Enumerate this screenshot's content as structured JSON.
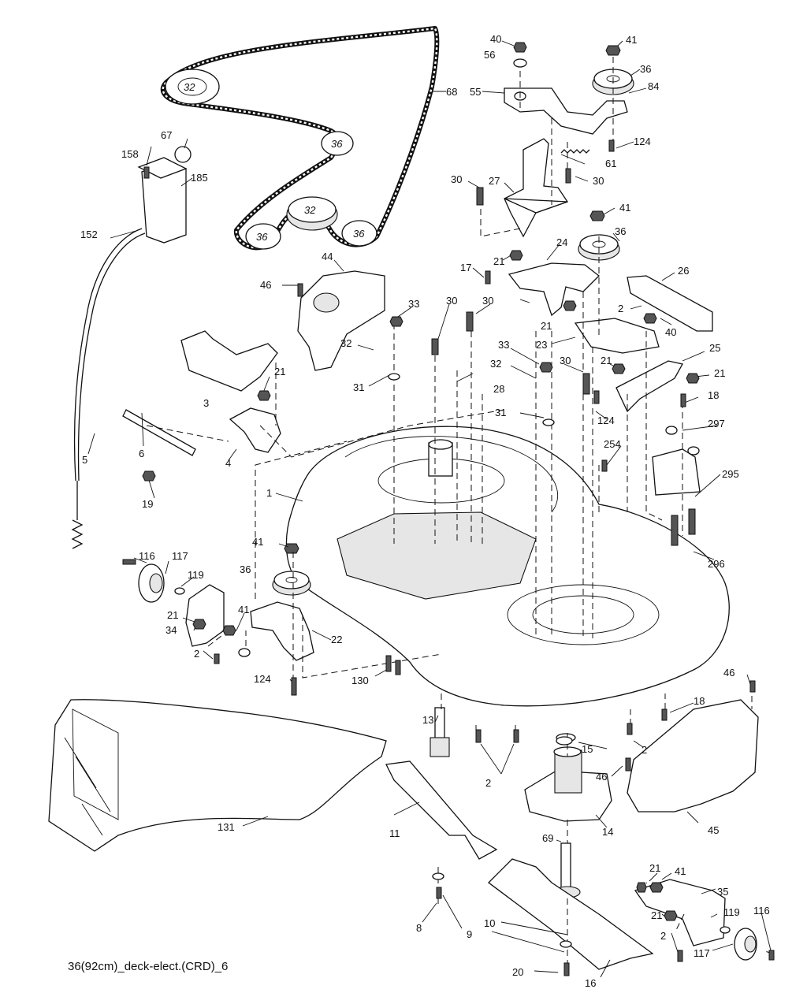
{
  "caption": "36(92cm)_deck-elect.(CRD)_6",
  "pulley_marks": [
    "32",
    "36",
    "32",
    "36",
    "36"
  ],
  "callouts": [
    "40",
    "41",
    "56",
    "36",
    "84",
    "68",
    "55",
    "124",
    "67",
    "158",
    "185",
    "61",
    "30",
    "27",
    "30",
    "41",
    "152",
    "36",
    "44",
    "46",
    "17",
    "21",
    "24",
    "26",
    "30",
    "30",
    "33",
    "2",
    "32",
    "21",
    "40",
    "23",
    "25",
    "21",
    "21",
    "31",
    "3",
    "28",
    "33",
    "30",
    "21",
    "32",
    "18",
    "124",
    "5",
    "6",
    "4",
    "31",
    "297",
    "19",
    "254",
    "295",
    "1",
    "41",
    "116",
    "117",
    "36",
    "119",
    "21",
    "41",
    "34",
    "22",
    "2",
    "296",
    "124",
    "130",
    "46",
    "18",
    "13",
    "15",
    "2",
    "46",
    "2",
    "131",
    "14",
    "45",
    "11",
    "69",
    "21",
    "41",
    "35",
    "8",
    "10",
    "9",
    "21",
    "119",
    "116",
    "2",
    "117",
    "20",
    "16"
  ]
}
